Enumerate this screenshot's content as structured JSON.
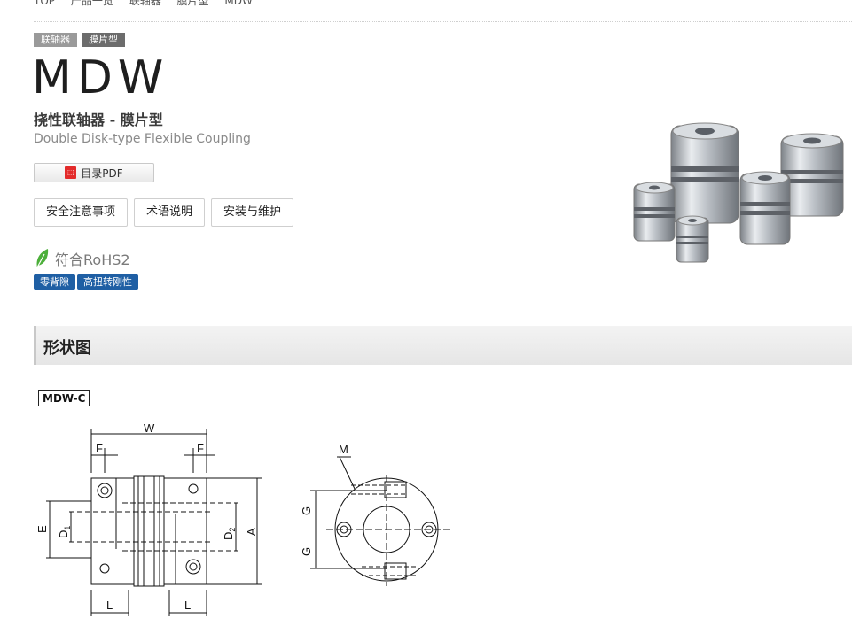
{
  "breadcrumb": [
    "TOP",
    "产品一览",
    "联轴器",
    "膜片型",
    "MDW"
  ],
  "tags": [
    "联轴器",
    "膜片型"
  ],
  "product": {
    "model": "MDW",
    "title_cn": "挠性联轴器 - 膜片型",
    "title_en": "Double Disk-type Flexible Coupling",
    "pdf_button": "目录PDF",
    "pdf_icon": "pdf-icon"
  },
  "info_buttons": [
    "安全注意事项",
    "术语说明",
    "安装与维护"
  ],
  "rohs": {
    "label": "符合RoHS2",
    "icon": "leaf-icon",
    "color": "#4caf3a"
  },
  "features": [
    "零背隙",
    "高扭转刚性"
  ],
  "section": {
    "title": "形状图"
  },
  "drawing": {
    "variant": "MDW-C",
    "labels": {
      "W": "W",
      "F": "F",
      "E": "E",
      "D1": "D",
      "D1_sub": "1",
      "D2": "D",
      "D2_sub": "2",
      "A": "A",
      "L": "L",
      "M": "M",
      "G": "G"
    }
  },
  "colors": {
    "badge_blue": "#1f5fa4",
    "tag_gray": "#9a9a9a",
    "tag_dark": "#6c6c6c"
  }
}
